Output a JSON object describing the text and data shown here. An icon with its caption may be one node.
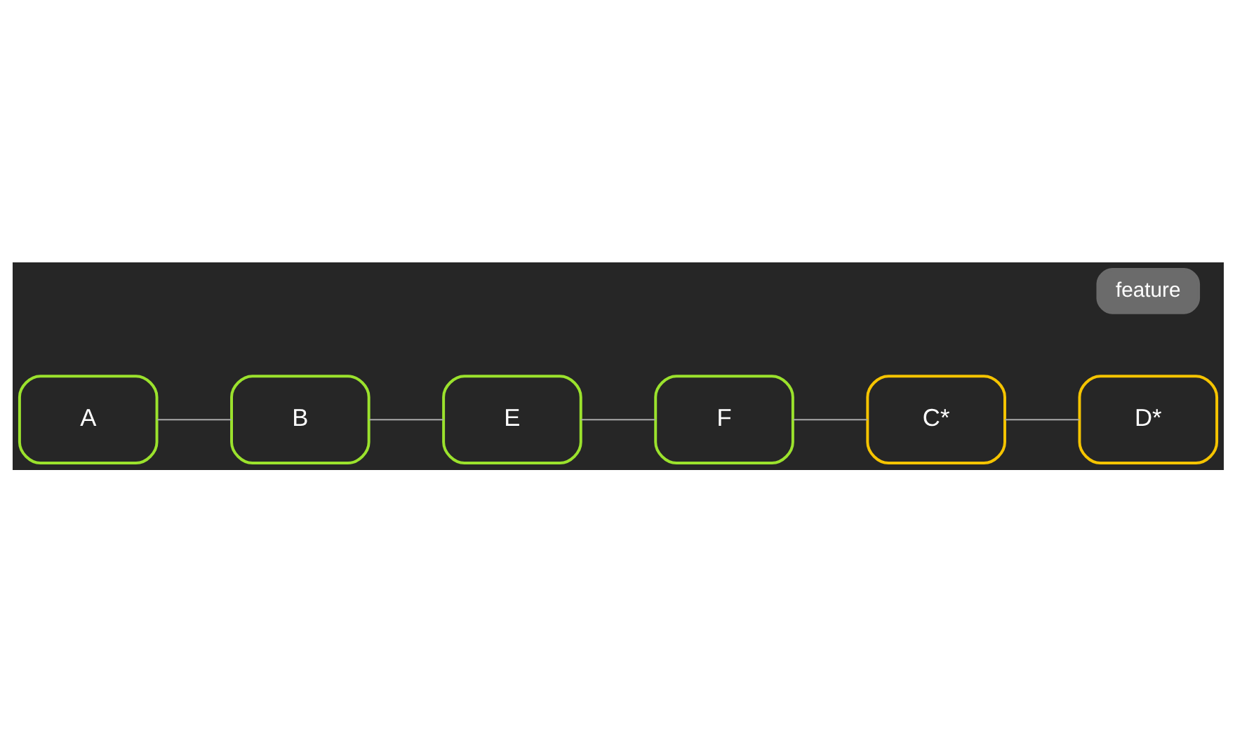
{
  "diagram": {
    "nodes": [
      {
        "text": [
          "A"
        ]
      },
      {
        "text": [
          "B"
        ]
      },
      {
        "text": [
          "E"
        ]
      },
      {
        "text": [
          "F"
        ]
      },
      {
        "text": [
          "C*"
        ]
      },
      {
        "text": [
          "D*"
        ]
      },
      {
        "text": [
          "feature"
        ]
      }
    ],
    "edges": [
      {
        "from": 0,
        "to": 1,
        "arrow": "none"
      },
      {
        "from": 1,
        "to": 2,
        "arrow": "none"
      },
      {
        "from": 2,
        "to": 3,
        "arrow": "none"
      },
      {
        "from": 3,
        "to": 4,
        "arrow": "none"
      },
      {
        "from": 4,
        "to": 5,
        "arrow": "none"
      }
    ]
  }
}
